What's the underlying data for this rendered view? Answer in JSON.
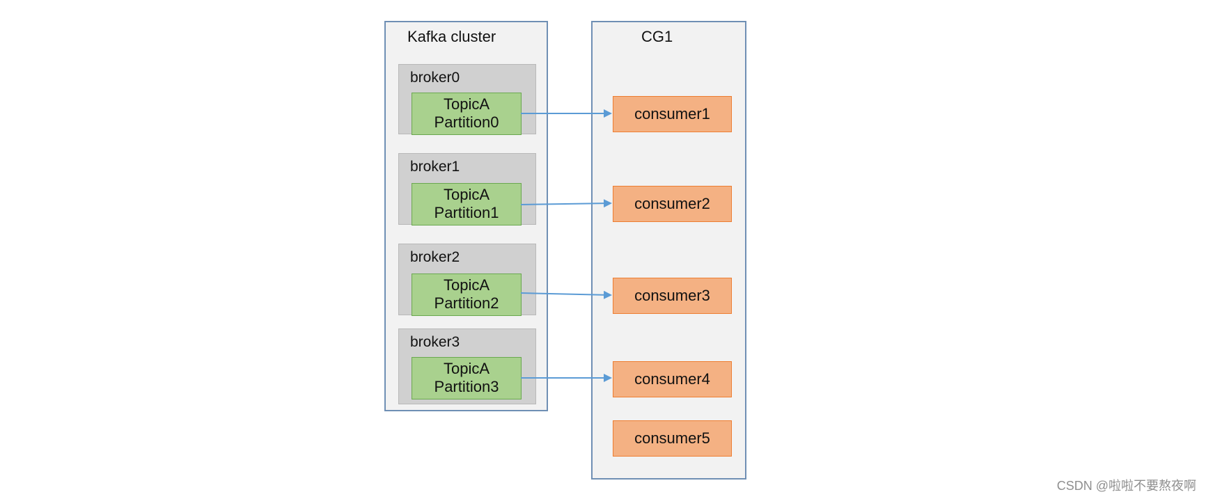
{
  "cluster": {
    "title": "Kafka cluster",
    "brokers": [
      {
        "label": "broker0",
        "partition_title": "TopicA",
        "partition_name": "Partition0"
      },
      {
        "label": "broker1",
        "partition_title": "TopicA",
        "partition_name": "Partition1"
      },
      {
        "label": "broker2",
        "partition_title": "TopicA",
        "partition_name": "Partition2"
      },
      {
        "label": "broker3",
        "partition_title": "TopicA",
        "partition_name": "Partition3"
      }
    ]
  },
  "consumer_group": {
    "title": "CG1",
    "consumers": [
      "consumer1",
      "consumer2",
      "consumer3",
      "consumer4",
      "consumer5"
    ]
  },
  "colors": {
    "container_fill": "#f2f2f2",
    "container_border": "#6f8fb4",
    "broker_fill": "#d0d0d0",
    "partition_fill": "#a9d18e",
    "partition_border": "#6aa84f",
    "consumer_fill": "#f4b183",
    "consumer_border": "#ed7d31",
    "arrow": "#5b9bd5"
  },
  "watermark": "CSDN @啦啦不要熬夜啊"
}
